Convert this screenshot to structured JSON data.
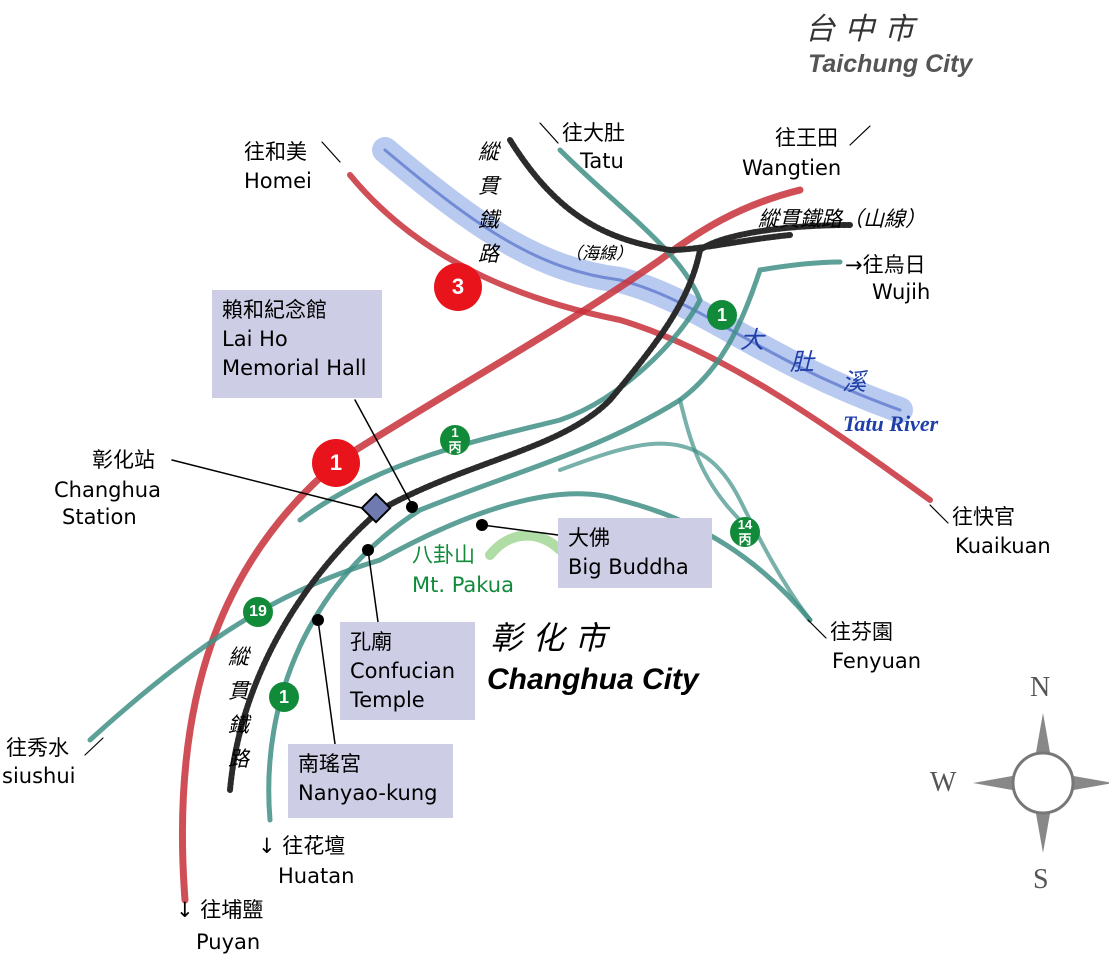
{
  "title": {
    "zh": "台 中 市",
    "en": "Taichung City"
  },
  "city": {
    "zh": "彰 化 市",
    "en": "Changhua City"
  },
  "directions": {
    "homei": {
      "zh": "往和美",
      "en": "Homei"
    },
    "tatu": {
      "zh": "往大肚",
      "en": "Tatu"
    },
    "wangtien": {
      "zh": "往王田",
      "en": "Wangtien"
    },
    "wujih": {
      "zh": "→往烏日",
      "en": "Wujih"
    },
    "kuaikuan": {
      "zh": "往快官",
      "en": "Kuaikuan"
    },
    "fenyuan": {
      "zh": "往芬園",
      "en": "Fenyuan"
    },
    "siushui": {
      "zh": "往秀水",
      "en": "siushui"
    },
    "huatan": {
      "zh": "↓ 往花壇",
      "en": "Huatan"
    },
    "puyan": {
      "zh": "↓ 往埔鹽",
      "en": "Puyan"
    }
  },
  "railway": {
    "sea_line_chars": "縱貫鐵路",
    "sea_line_suffix": "（海線）",
    "mountain_line": "縱貫鐵路（山線）",
    "south_chars": "縱貫鐵路"
  },
  "river": {
    "zh": [
      "大",
      "肚",
      "溪"
    ],
    "en": "Tatu River"
  },
  "station": {
    "zh": "彰化站",
    "en1": "Changhua",
    "en2": "Station"
  },
  "mountain": {
    "zh": "八卦山",
    "en": "Mt. Pakua"
  },
  "landmarks": {
    "laiho": {
      "zh": "賴和紀念館",
      "en1": "Lai Ho",
      "en2": "Memorial Hall"
    },
    "buddha": {
      "zh": "大佛",
      "en": "Big Buddha"
    },
    "confucian": {
      "zh": "孔廟",
      "en1": "Confucian",
      "en2": "Temple"
    },
    "nanyao": {
      "zh": "南瑤宮",
      "en": "Nanyao-kung"
    }
  },
  "route_badges": {
    "r3": "3",
    "r1_red": "1",
    "r1_ne": "1",
    "r1c": "1",
    "r1c_sub": "丙",
    "r14c": "14",
    "r14c_sub": "丙",
    "r19": "19",
    "r1_sw": "1"
  },
  "compass": {
    "n": "N",
    "w": "W",
    "s": "S"
  },
  "colors": {
    "rail": "#2b2b2b",
    "highway": "#c8303a",
    "road": "#3f8f86",
    "river": "#6f8fd8",
    "box": "#cdcde6",
    "green": "#118a3a"
  }
}
